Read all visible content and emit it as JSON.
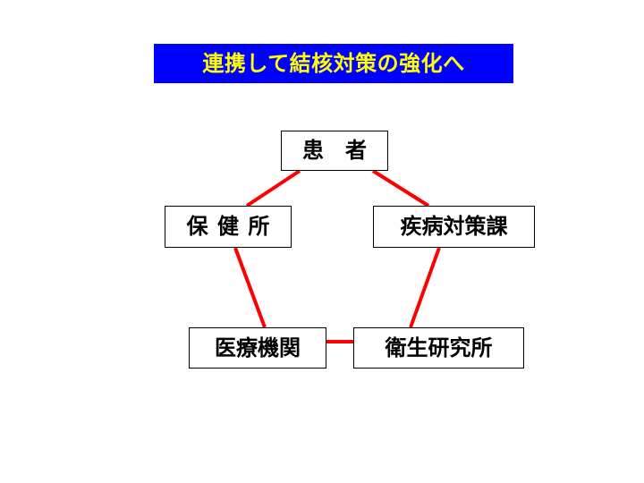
{
  "title": "連携して結核対策の強化へ",
  "nodes": {
    "patient": "患　者",
    "health_center": "保 健 所",
    "disease_control": "疾病対策課",
    "medical_institution": "医療機関",
    "health_institute": "衛生研究所"
  },
  "connections": [
    [
      "patient",
      "health_center"
    ],
    [
      "patient",
      "disease_control"
    ],
    [
      "health_center",
      "medical_institution"
    ],
    [
      "disease_control",
      "health_institute"
    ],
    [
      "medical_institution",
      "health_institute"
    ]
  ],
  "colors": {
    "title_background": "#0000ff",
    "title_text": "#ffff00",
    "connector": "#ff0000",
    "node_border": "#000000"
  }
}
